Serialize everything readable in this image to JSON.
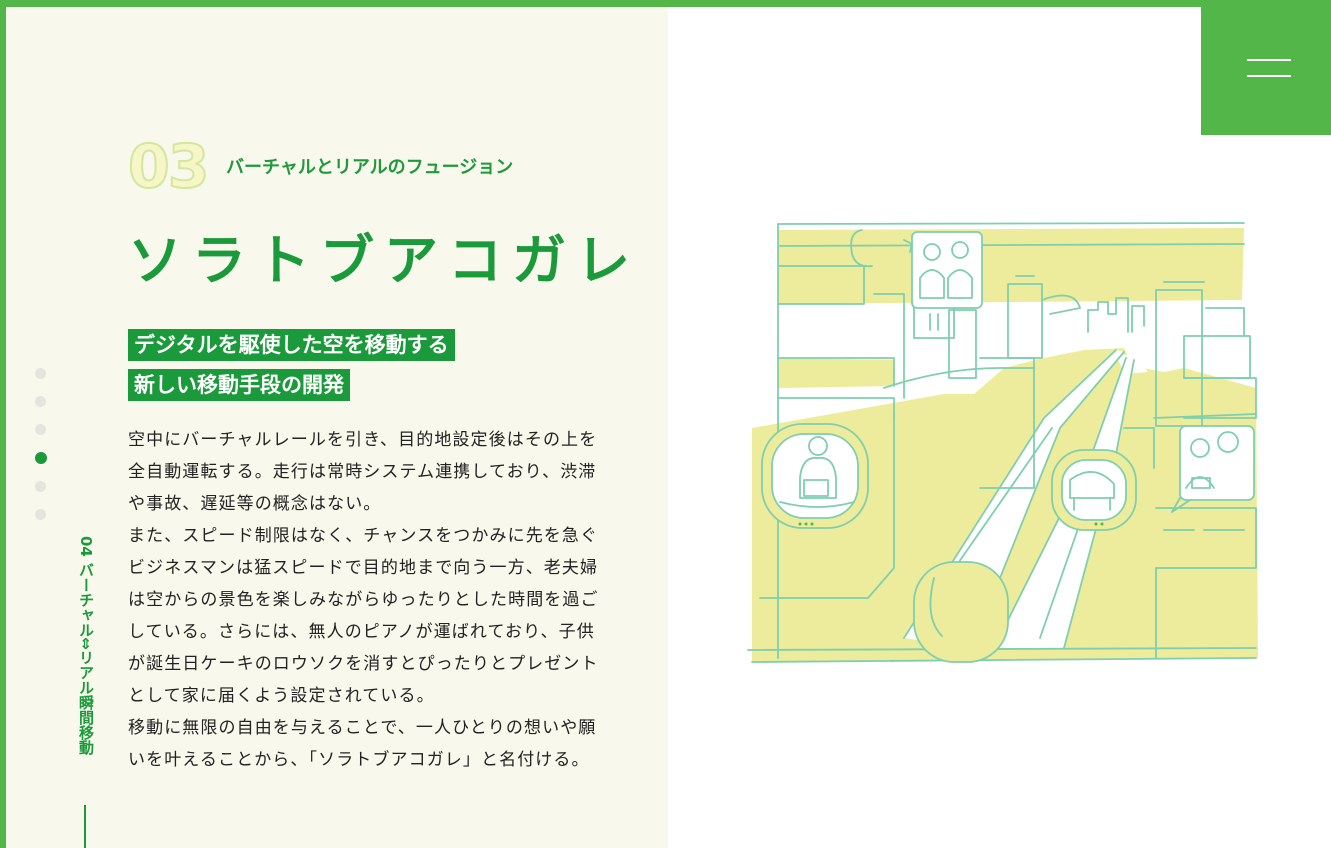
{
  "section": {
    "number": "03",
    "subtitle": "バーチャルとリアルのフュージョン",
    "title": "ソラトブアコガレ"
  },
  "highlights": [
    "デジタルを駆使した空を移動する",
    "新しい移動手段の開発"
  ],
  "body": [
    "空中にバーチャルレールを引き、目的地設定後はその上を全自動運転する。走行は常時システム連携しており、渋滞や事故、遅延等の概念はない。",
    "また、スピード制限はなく、チャンスをつかみに先を急ぐビジネスマンは猛スピードで目的地まで向う一方、老夫婦は空からの景色を楽しみながらゆったりとした時間を過ごしている。さらには、無人のピアノが運ばれており、子供が誕生日ケーキのロウソクを消すとぴったりとプレゼントとして家に届くよう設定されている。",
    "移動に無限の自由を与えることで、一人ひとりの想いや願いを叶えることから、「ソラトブアコガレ」と名付ける。"
  ],
  "side_nav": {
    "label": "04 バーチャル⇔リアル瞬間移動",
    "dots_total": 6,
    "active_index": 3
  },
  "menu": {
    "icon": "hamburger-icon"
  },
  "colors": {
    "brand_green": "#52b748",
    "dark_green": "#1a9a3a",
    "panel_bg": "#f8f8ec",
    "illustration_yellow": "#ecec9c",
    "illustration_line": "#7fcfae"
  }
}
